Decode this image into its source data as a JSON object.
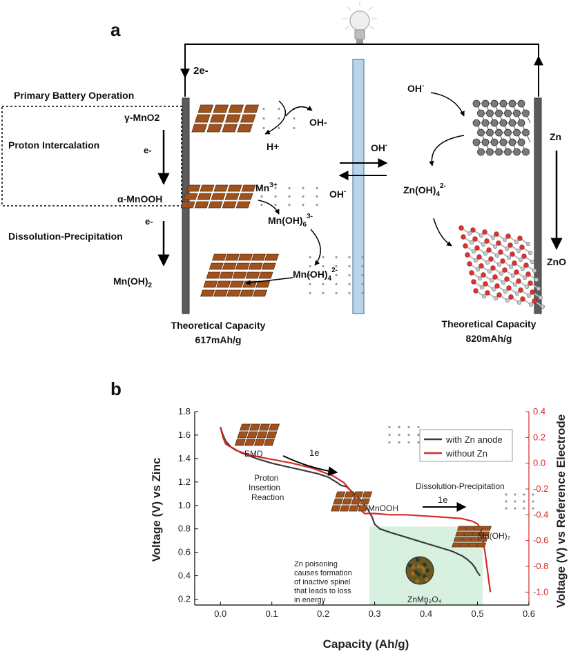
{
  "panel_a": {
    "panel_label": "a",
    "electron_label": "2e-",
    "primary_operation": "Primary Battery Operation",
    "proton_intercalation": "Proton Intercalation",
    "dissolution_precipitation": "Dissolution-Precipitation",
    "gamma_mno2": "γ-MnO2",
    "alpha_mnooh": "α-MnOOH",
    "mnoh2_main": "Mn(OH)",
    "mnoh2_sub": "2",
    "e_step1": "e-",
    "e_step2": "e-",
    "hplus": "H+",
    "ohminus_cathode": "OH-",
    "mn3plus_main": "Mn",
    "mn3plus_sup": "3+",
    "mnoh6_main": "Mn(OH)",
    "mnoh6_sub": "6",
    "mnoh6_sup": "3-",
    "mnoh4_main": "Mn(OH)",
    "mnoh4_sub": "4",
    "mnoh4_sup": "2-",
    "oh_sep_right_main": "OH",
    "oh_sep_right_sup": "-",
    "oh_sep_left_main": "OH",
    "oh_sep_left_sup": "-",
    "oh_anode_main": "OH",
    "oh_anode_sup": "-",
    "znoh4_main": "Zn(OH)",
    "znoh4_sub": "4",
    "znoh4_sup": "2-",
    "zn": "Zn",
    "zno": "ZnO",
    "cathode_capacity_label": "Theoretical Capacity",
    "cathode_capacity_value": "617mAh/g",
    "anode_capacity_label": "Theoretical Capacity",
    "anode_capacity_value": "820mAh/g",
    "colors": {
      "mn_crystal": "#a0521e",
      "separator": "#b8d4ea",
      "zn_lattice": "#7a7a7a",
      "zno_red": "#e03030"
    },
    "icons": [
      "light-bulb-icon"
    ]
  },
  "panel_b": {
    "panel_label": "b",
    "emd": "EMD",
    "one_e_first": "1e",
    "proton_insertion": [
      "Proton",
      "Insertion",
      "Reaction"
    ],
    "mnooh": "MnOOH",
    "dissolution_precipitation": "Dissolution-Precipitation",
    "one_e_second": "1e",
    "mnoh2": "Mn(OH)₂",
    "zn_poisoning": [
      "Zn poisoning",
      "causes formation",
      "of inactive spinel",
      "that leads to loss",
      "in energy"
    ],
    "znmn2o4": "ZnMn₂O₄",
    "colors": {
      "highlight": "#d8f0e0"
    }
  },
  "chart_data": {
    "type": "line",
    "xlabel": "Capacity (Ah/g)",
    "ylabel": "Voltage (V) vs Zinc",
    "y2label": "Voltage (V) vs Reference Electrode",
    "xlim": [
      -0.05,
      0.6
    ],
    "ylim": [
      0.15,
      1.8
    ],
    "y2lim": [
      -1.1,
      0.4
    ],
    "x_ticks": [
      "0.0",
      "0.1",
      "0.2",
      "0.3",
      "0.4",
      "0.5",
      "0.6"
    ],
    "y_ticks": [
      "0.2",
      "0.4",
      "0.6",
      "0.8",
      "1.0",
      "1.2",
      "1.4",
      "1.6",
      "1.8"
    ],
    "y2_ticks": [
      "-1.0",
      "-0.8",
      "-0.6",
      "-0.4",
      "-0.2",
      "0.0",
      "0.2",
      "0.4"
    ],
    "grid": false,
    "legend_position": "top-right",
    "series": [
      {
        "name": "with Zn anode",
        "color": "#3a3a3a",
        "axis": "left",
        "x": [
          0.0,
          0.005,
          0.01,
          0.02,
          0.04,
          0.07,
          0.1,
          0.13,
          0.16,
          0.19,
          0.21,
          0.225,
          0.235,
          0.245,
          0.255,
          0.265,
          0.275,
          0.285,
          0.29,
          0.295,
          0.3,
          0.31,
          0.33,
          0.36,
          0.39,
          0.42,
          0.45,
          0.47,
          0.48,
          0.49,
          0.495,
          0.5,
          0.505
        ],
        "y": [
          1.67,
          1.6,
          1.55,
          1.5,
          1.45,
          1.4,
          1.36,
          1.33,
          1.3,
          1.27,
          1.24,
          1.2,
          1.17,
          1.16,
          1.12,
          1.08,
          1.03,
          0.98,
          0.94,
          0.9,
          0.84,
          0.8,
          0.77,
          0.73,
          0.69,
          0.65,
          0.61,
          0.57,
          0.54,
          0.5,
          0.47,
          0.43,
          0.4
        ]
      },
      {
        "name": "without Zn",
        "color": "#d42a2a",
        "axis": "right",
        "x": [
          0.0,
          0.005,
          0.01,
          0.03,
          0.06,
          0.1,
          0.14,
          0.18,
          0.22,
          0.24,
          0.255,
          0.265,
          0.275,
          0.28,
          0.29,
          0.3,
          0.33,
          0.36,
          0.4,
          0.44,
          0.47,
          0.49,
          0.5,
          0.505,
          0.51,
          0.515,
          0.52,
          0.525
        ],
        "y": [
          0.28,
          0.2,
          0.15,
          0.1,
          0.06,
          0.03,
          0.0,
          -0.04,
          -0.1,
          -0.15,
          -0.22,
          -0.3,
          -0.37,
          -0.39,
          -0.39,
          -0.39,
          -0.4,
          -0.4,
          -0.41,
          -0.42,
          -0.43,
          -0.45,
          -0.47,
          -0.5,
          -0.58,
          -0.7,
          -0.85,
          -1.0
        ]
      }
    ]
  }
}
